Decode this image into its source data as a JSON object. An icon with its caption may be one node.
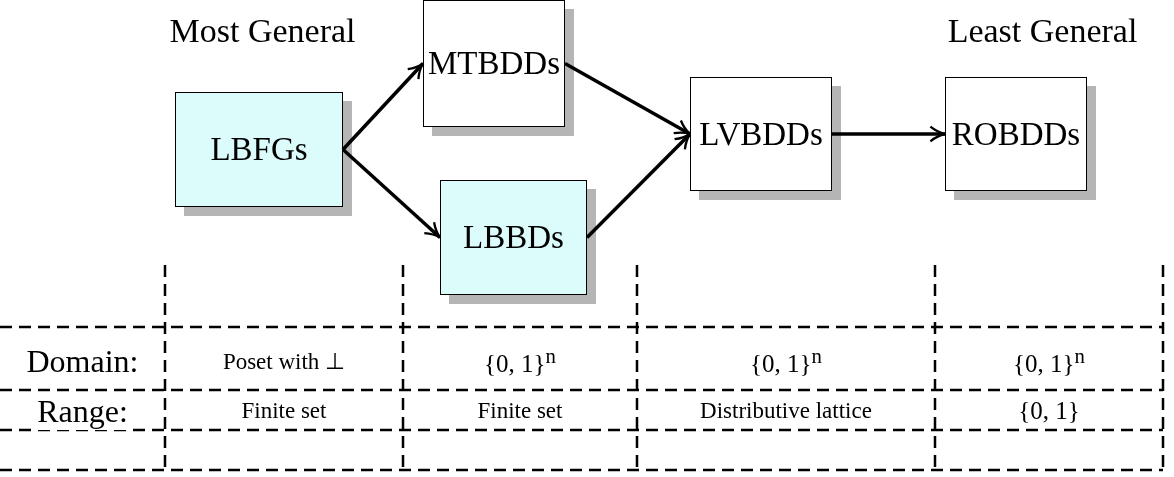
{
  "diagram": {
    "nodes": [
      {
        "text": [
          "LBFGs"
        ]
      },
      {
        "text": [
          "MTBDDs"
        ]
      },
      {
        "text": [
          "LBBDs"
        ]
      },
      {
        "text": [
          "LVBDDs"
        ]
      },
      {
        "text": [
          "ROBDDs"
        ]
      }
    ],
    "edges": [
      {
        "from": 0,
        "to": 1,
        "arrow": "to"
      },
      {
        "from": 0,
        "to": 2,
        "arrow": "to"
      },
      {
        "from": 1,
        "to": 3,
        "arrow": "to"
      },
      {
        "from": 2,
        "to": 3,
        "arrow": "to"
      },
      {
        "from": 3,
        "to": 4,
        "arrow": "to"
      }
    ],
    "labels": [
      "Most General",
      "Least General",
      "Domain:",
      "Poset with ⊥",
      "{0, 1}$^{n}$",
      "{0, 1}$^{n}$",
      "{0, 1}$^{n}$",
      "Range:",
      "Finite set",
      "Finite set",
      "Distributive lattice",
      "{0, 1}"
    ]
  }
}
